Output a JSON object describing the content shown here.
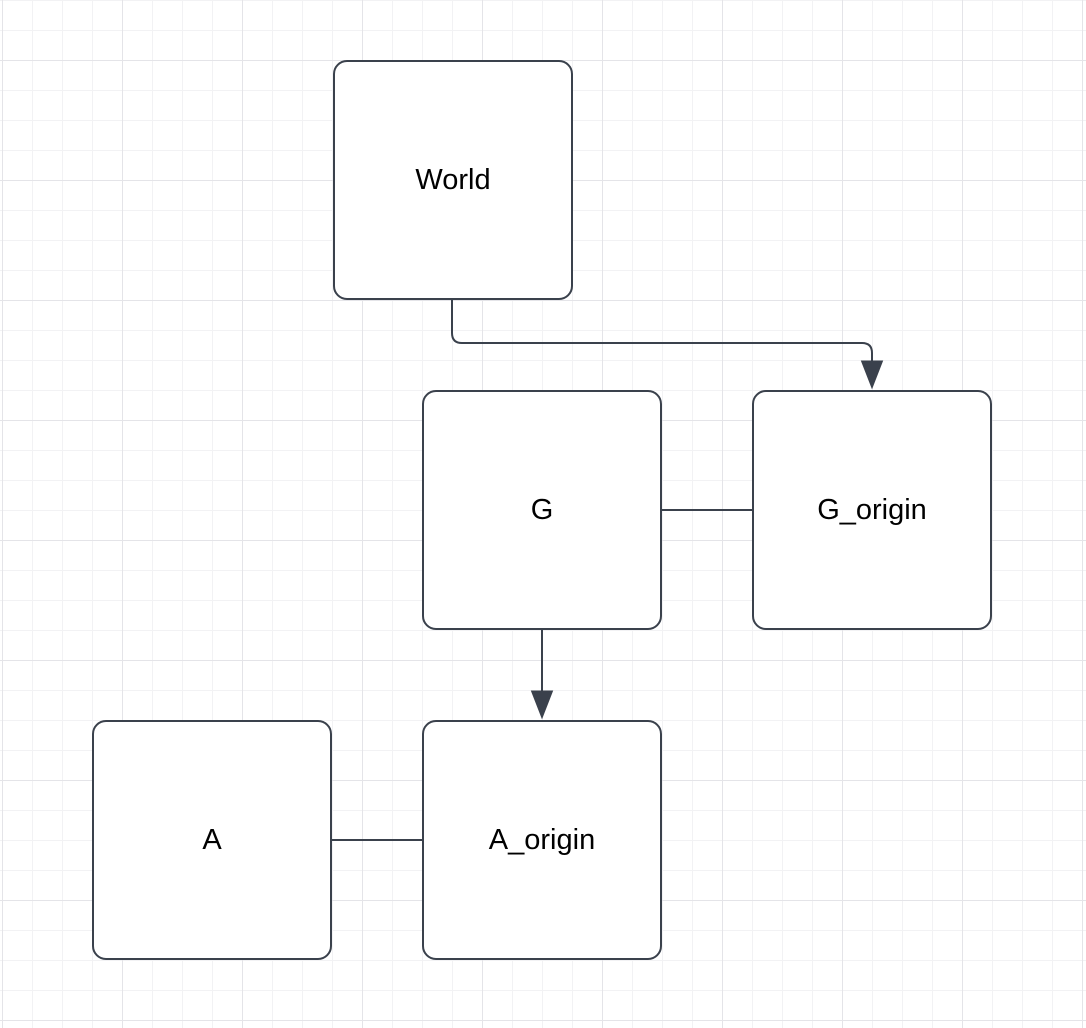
{
  "diagram": {
    "nodes": [
      {
        "id": "world",
        "label": "World"
      },
      {
        "id": "g",
        "label": "G"
      },
      {
        "id": "g_origin",
        "label": "G_origin"
      },
      {
        "id": "a",
        "label": "A"
      },
      {
        "id": "a_origin",
        "label": "A_origin"
      }
    ],
    "edges": [
      {
        "from": "World",
        "to": "G_origin",
        "style": "orthogonal",
        "arrowhead": "filled-triangle-at-target"
      },
      {
        "from": "G",
        "to": "G_origin",
        "style": "straight",
        "arrowhead": "none"
      },
      {
        "from": "G",
        "to": "A_origin",
        "style": "straight",
        "arrowhead": "filled-triangle-at-target"
      },
      {
        "from": "A",
        "to": "A_origin",
        "style": "straight",
        "arrowhead": "none"
      }
    ],
    "colors": {
      "edge_stroke": "#3A414C",
      "node_border": "#3A414C",
      "node_fill": "#FFFFFF",
      "label_text": "#000000",
      "grid_minor": "#F2F2F4",
      "grid_major": "#E4E4E8",
      "background": "#FFFFFF"
    }
  }
}
